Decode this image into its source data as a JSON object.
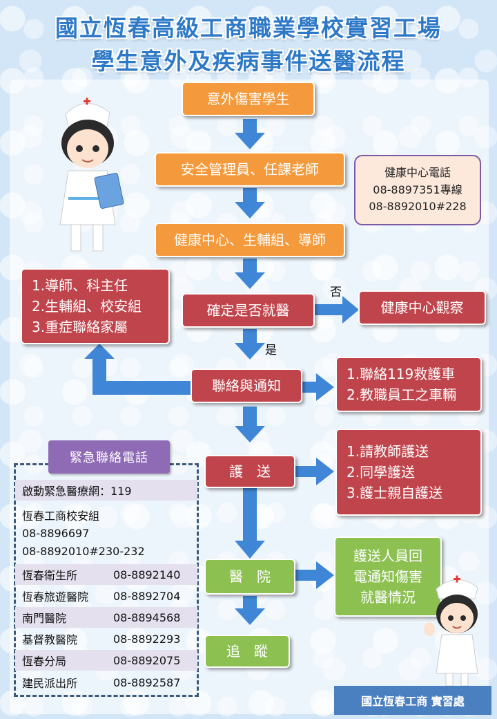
{
  "title_line1": "國立恆春高級工商職業學校實習工場",
  "title_line2": "學生意外及疾病事件送醫流程",
  "flow": {
    "injured_student": "意外傷害學生",
    "safety_staff": "安全管理員、任課老師",
    "health_center": "健康中心、生輔組、導師",
    "decide_hospital": "確定是否就醫",
    "observe": "健康中心觀察",
    "contact": "聯絡與通知",
    "escort": "護　送",
    "hospital": "醫　院",
    "follow_up": "追　蹤"
  },
  "labels": {
    "no": "否",
    "yes": "是"
  },
  "notify_list": [
    "1.導師、科主任",
    "2.生輔組、校安組",
    "3.重症聯絡家屬"
  ],
  "contact_list": [
    "1.聯絡119救護車",
    "2.教職員工之車輛"
  ],
  "escort_list": [
    "1.請教師護送",
    "2.同學護送",
    "3.護士親自護送"
  ],
  "report_list": [
    "護送人員回",
    "電通知傷害",
    "就醫情況"
  ],
  "health_phone": {
    "title": "健康中心電話",
    "line1": "08-8897351專線",
    "line2": "08-8892010#228"
  },
  "emergency": {
    "title": "緊急聯絡電話",
    "network": "啟動緊急醫療網：119",
    "school": "恆春工商校安組",
    "school_phone1": "08-8896697",
    "school_phone2": "08-8892010#230-232",
    "rows": [
      {
        "name": "恆春衛生所",
        "phone": "08-8892140"
      },
      {
        "name": "恆春旅遊醫院",
        "phone": "08-8892704"
      },
      {
        "name": "南門醫院",
        "phone": "08-8894568"
      },
      {
        "name": "基督教醫院",
        "phone": "08-8892293"
      },
      {
        "name": "恆春分局",
        "phone": "08-8892075"
      },
      {
        "name": "建民派出所",
        "phone": "08-8892587"
      }
    ]
  },
  "footer": "國立恆春工商 實習處",
  "colors": {
    "arrow": "#3f86d6",
    "orange": "#f59a3c",
    "red": "#c0444b",
    "green": "#8cc152",
    "title": "#2e79c7"
  }
}
